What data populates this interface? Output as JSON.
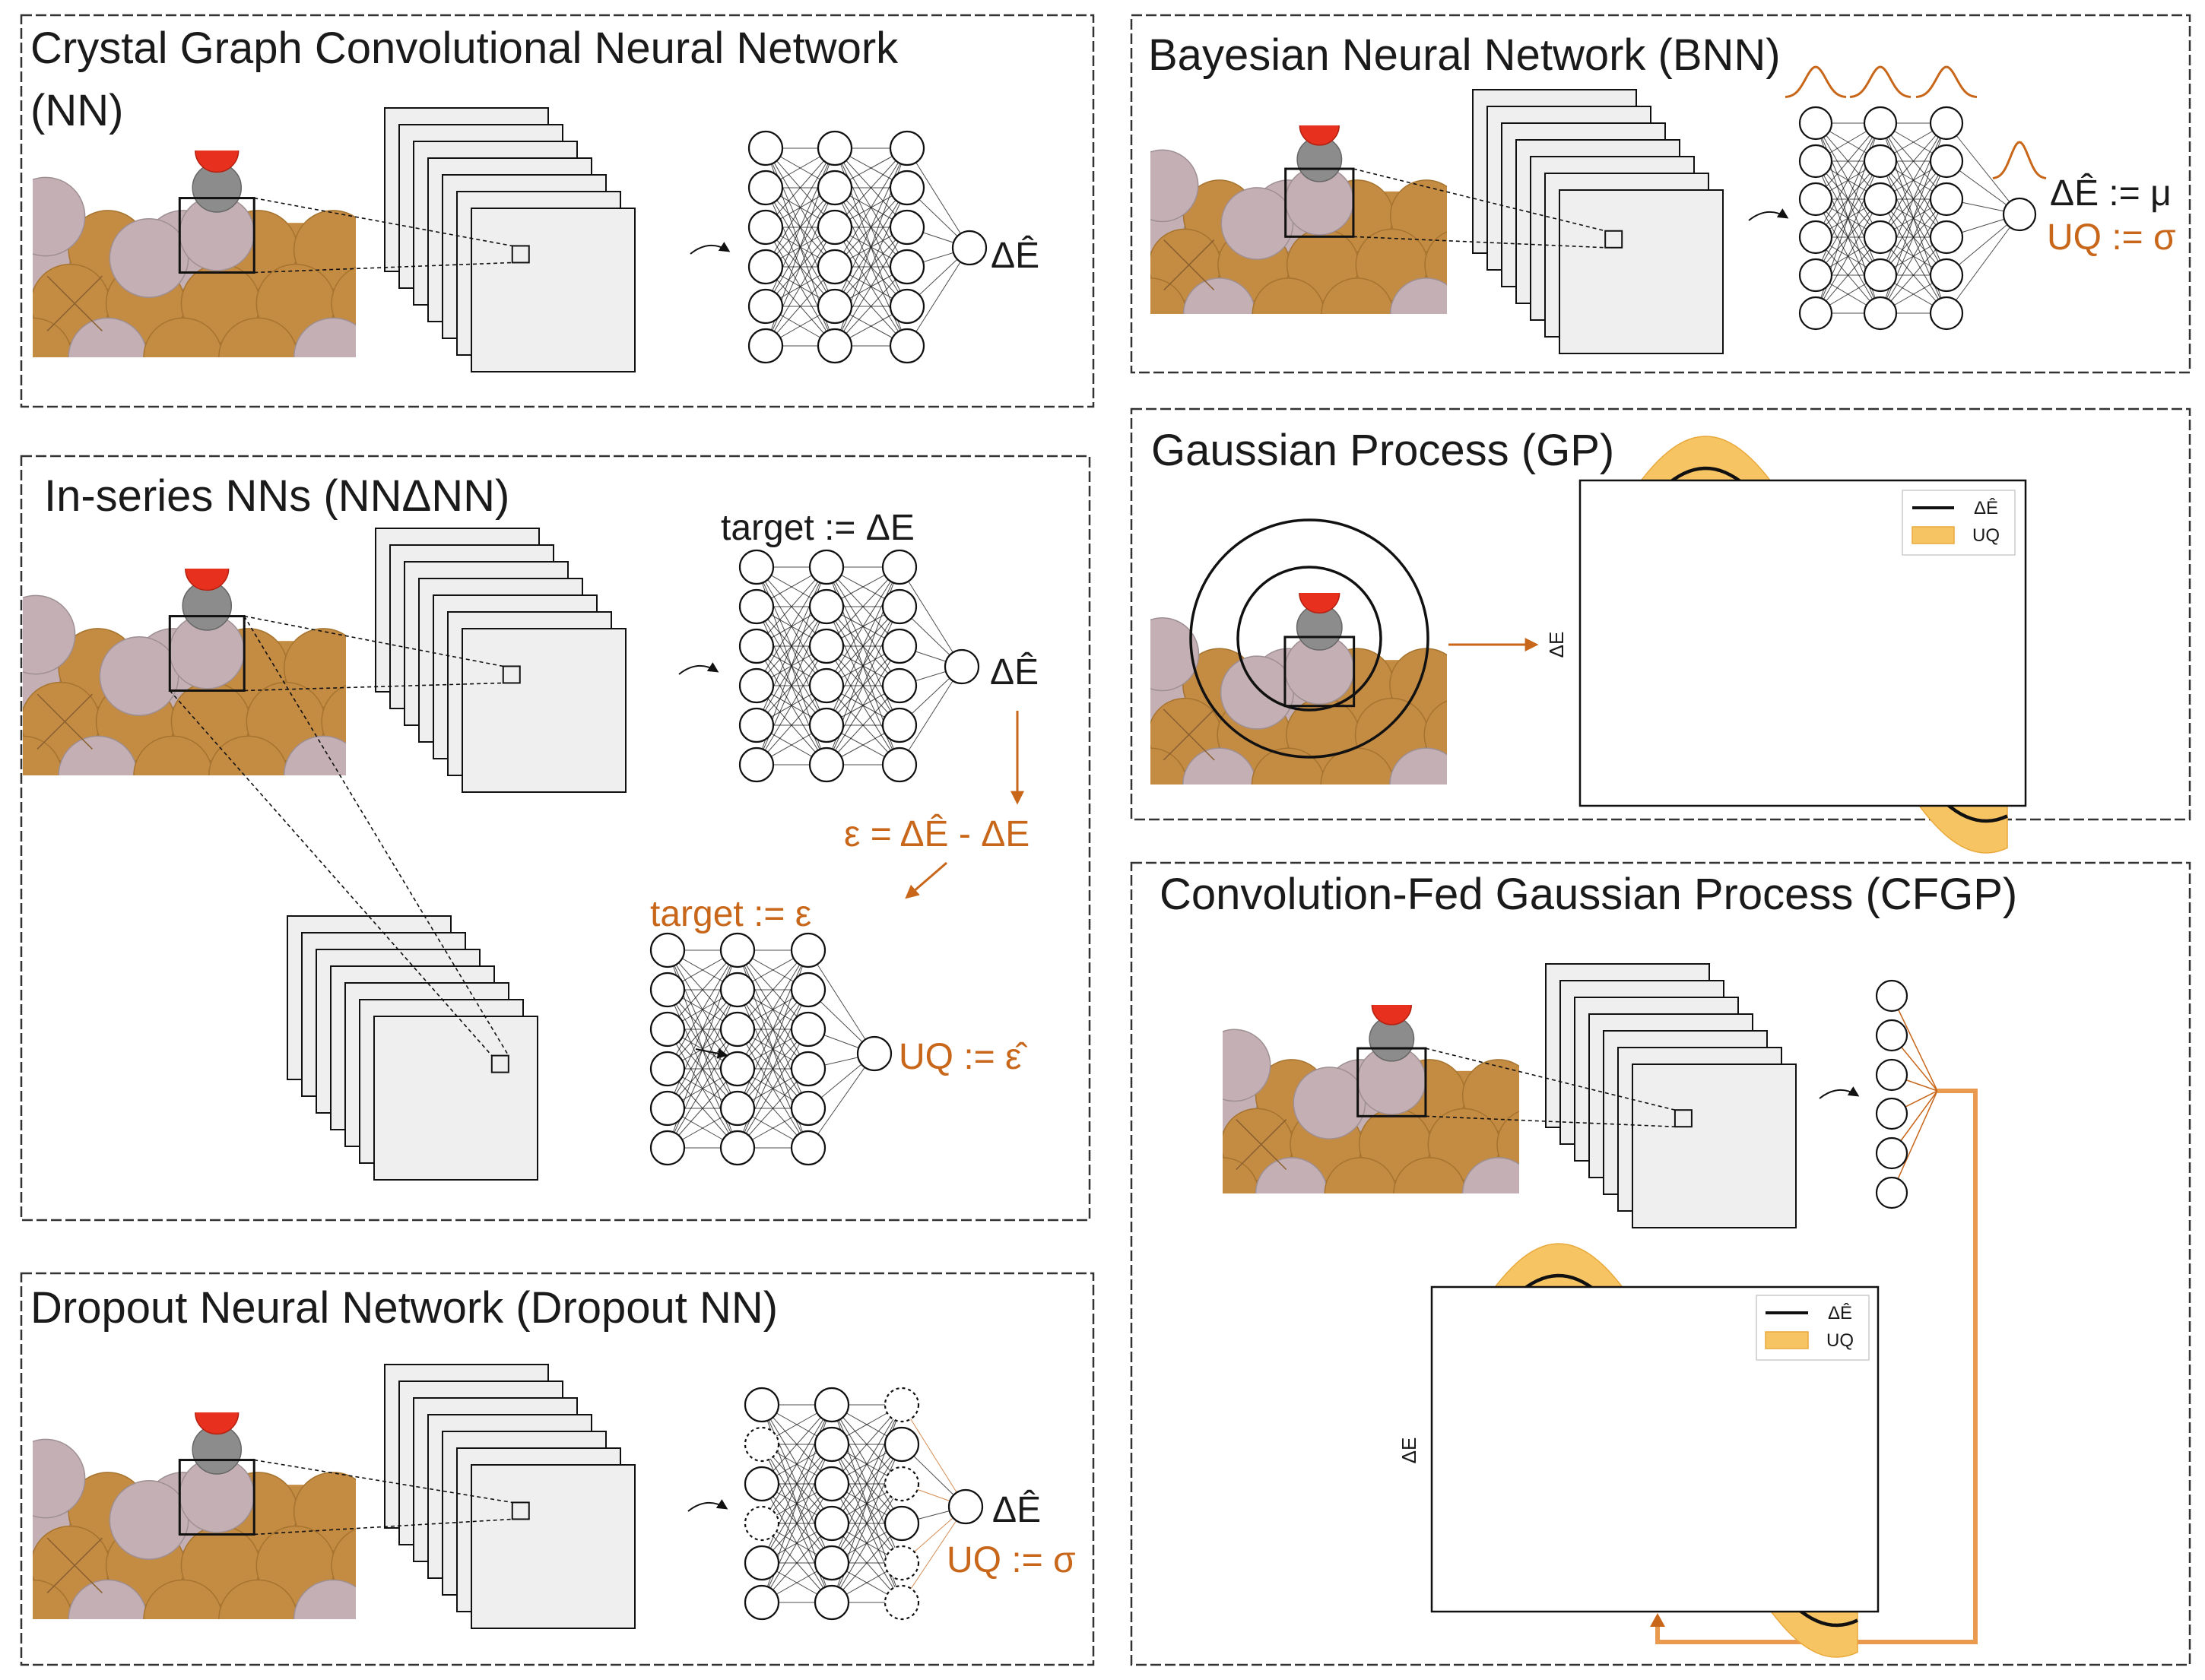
{
  "panels": {
    "cgcnn": {
      "title_1": "Crystal Graph Convolutional Neural Network",
      "title_2": "(NN)",
      "output": "ΔÊ"
    },
    "inseries": {
      "title": "In-series NNs (NNΔNN)",
      "target1": "target := ΔE",
      "output1": "ΔÊ",
      "residual": "ε = ΔÊ - ΔE",
      "target2": "target := ε",
      "output2": "UQ := ε̂"
    },
    "dropout": {
      "title": "Dropout Neural Network (Dropout NN)",
      "output1": "ΔÊ",
      "output2": "UQ := σ"
    },
    "bnn": {
      "title": "Bayesian Neural Network (BNN)",
      "output1": "ΔÊ := μ",
      "output2": "UQ := σ"
    },
    "gp": {
      "title": "Gaussian Process (GP)",
      "ylabel": "ΔE",
      "legend_mean": "ΔÊ",
      "legend_band": "UQ"
    },
    "cfgp": {
      "title": "Convolution-Fed Gaussian Process (CFGP)",
      "ylabel": "ΔE",
      "legend_mean": "ΔÊ",
      "legend_band": "UQ"
    }
  },
  "colors": {
    "substrate": "#c48b43",
    "substrate_light": "#c4b0b4",
    "carbon": "#8c8c8c",
    "oxygen": "#e8301e",
    "accent": "#c8661a",
    "band": "#f7c463",
    "band_edge": "#e9a93c"
  },
  "icons": [
    "adsorbate-surface-image",
    "convolution-feature-maps",
    "neural-network",
    "sine-curve-plot"
  ]
}
